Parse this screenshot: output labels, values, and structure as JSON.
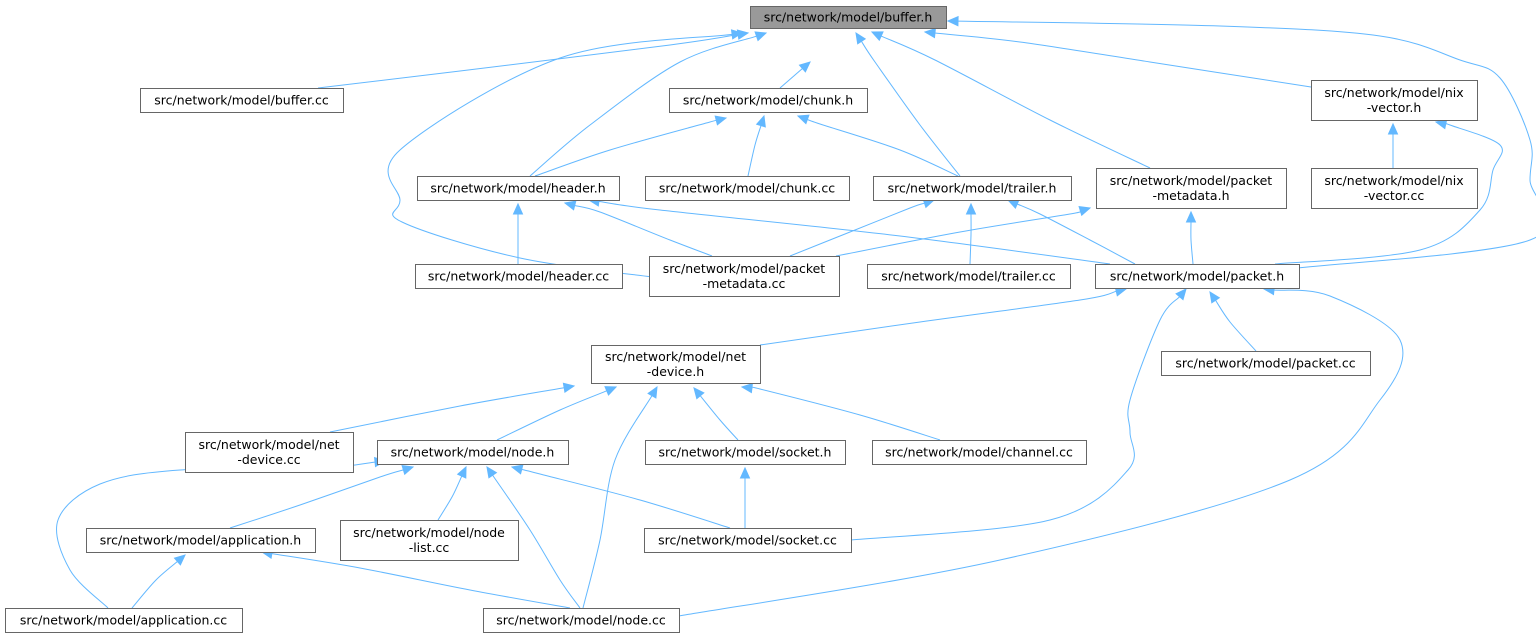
{
  "diagram": {
    "type": "include-dependency-graph",
    "colors": {
      "root_fill": "#999999",
      "node_fill": "#ffffff",
      "node_border": "#666666",
      "edge": "#63b8ff"
    },
    "nodes": [
      {
        "id": "buffer_h",
        "lines": [
          "src/network/model/buffer.h"
        ],
        "root": true
      },
      {
        "id": "buffer_cc",
        "lines": [
          "src/network/model/buffer.cc"
        ]
      },
      {
        "id": "chunk_h",
        "lines": [
          "src/network/model/chunk.h"
        ]
      },
      {
        "id": "nix_vector_h",
        "lines": [
          "src/network/model/nix",
          "-vector.h"
        ]
      },
      {
        "id": "header_h",
        "lines": [
          "src/network/model/header.h"
        ]
      },
      {
        "id": "chunk_cc",
        "lines": [
          "src/network/model/chunk.cc"
        ]
      },
      {
        "id": "trailer_h",
        "lines": [
          "src/network/model/trailer.h"
        ]
      },
      {
        "id": "packet_metadata_h",
        "lines": [
          "src/network/model/packet",
          "-metadata.h"
        ]
      },
      {
        "id": "nix_vector_cc",
        "lines": [
          "src/network/model/nix",
          "-vector.cc"
        ]
      },
      {
        "id": "header_cc",
        "lines": [
          "src/network/model/header.cc"
        ]
      },
      {
        "id": "packet_metadata_cc",
        "lines": [
          "src/network/model/packet",
          "-metadata.cc"
        ]
      },
      {
        "id": "trailer_cc",
        "lines": [
          "src/network/model/trailer.cc"
        ]
      },
      {
        "id": "packet_h",
        "lines": [
          "src/network/model/packet.h"
        ]
      },
      {
        "id": "net_device_h",
        "lines": [
          "src/network/model/net",
          "-device.h"
        ]
      },
      {
        "id": "packet_cc",
        "lines": [
          "src/network/model/packet.cc"
        ]
      },
      {
        "id": "net_device_cc",
        "lines": [
          "src/network/model/net",
          "-device.cc"
        ]
      },
      {
        "id": "node_h",
        "lines": [
          "src/network/model/node.h"
        ]
      },
      {
        "id": "socket_h",
        "lines": [
          "src/network/model/socket.h"
        ]
      },
      {
        "id": "channel_cc",
        "lines": [
          "src/network/model/channel.cc"
        ]
      },
      {
        "id": "application_h",
        "lines": [
          "src/network/model/application.h"
        ]
      },
      {
        "id": "node_list_cc",
        "lines": [
          "src/network/model/node",
          "-list.cc"
        ]
      },
      {
        "id": "socket_cc",
        "lines": [
          "src/network/model/socket.cc"
        ]
      },
      {
        "id": "application_cc",
        "lines": [
          "src/network/model/application.cc"
        ]
      },
      {
        "id": "node_cc",
        "lines": [
          "src/network/model/node.cc"
        ]
      }
    ],
    "edges": [
      {
        "from": "buffer_cc",
        "to": "buffer_h"
      },
      {
        "from": "chunk_h",
        "to": "buffer_h"
      },
      {
        "from": "header_h",
        "to": "buffer_h"
      },
      {
        "from": "trailer_h",
        "to": "buffer_h"
      },
      {
        "from": "packet_metadata_h",
        "to": "buffer_h"
      },
      {
        "from": "packet_metadata_cc",
        "to": "buffer_h"
      },
      {
        "from": "nix_vector_h",
        "to": "buffer_h"
      },
      {
        "from": "packet_h",
        "to": "buffer_h"
      },
      {
        "from": "header_h",
        "to": "chunk_h"
      },
      {
        "from": "chunk_cc",
        "to": "chunk_h"
      },
      {
        "from": "trailer_h",
        "to": "chunk_h"
      },
      {
        "from": "nix_vector_cc",
        "to": "nix_vector_h"
      },
      {
        "from": "packet_h",
        "to": "nix_vector_h"
      },
      {
        "from": "header_cc",
        "to": "header_h"
      },
      {
        "from": "packet_metadata_cc",
        "to": "header_h"
      },
      {
        "from": "packet_h",
        "to": "header_h"
      },
      {
        "from": "packet_metadata_cc",
        "to": "trailer_h"
      },
      {
        "from": "trailer_cc",
        "to": "trailer_h"
      },
      {
        "from": "packet_h",
        "to": "trailer_h"
      },
      {
        "from": "packet_metadata_cc",
        "to": "packet_metadata_h"
      },
      {
        "from": "packet_h",
        "to": "packet_metadata_h"
      },
      {
        "from": "net_device_h",
        "to": "packet_h"
      },
      {
        "from": "packet_cc",
        "to": "packet_h"
      },
      {
        "from": "socket_cc",
        "to": "packet_h"
      },
      {
        "from": "node_cc",
        "to": "packet_h"
      },
      {
        "from": "net_device_cc",
        "to": "net_device_h"
      },
      {
        "from": "node_h",
        "to": "net_device_h"
      },
      {
        "from": "socket_h",
        "to": "net_device_h"
      },
      {
        "from": "channel_cc",
        "to": "net_device_h"
      },
      {
        "from": "node_cc",
        "to": "net_device_h"
      },
      {
        "from": "application_h",
        "to": "node_h"
      },
      {
        "from": "node_list_cc",
        "to": "node_h"
      },
      {
        "from": "socket_cc",
        "to": "node_h"
      },
      {
        "from": "node_cc",
        "to": "node_h"
      },
      {
        "from": "application_cc",
        "to": "node_h"
      },
      {
        "from": "socket_cc",
        "to": "socket_h"
      },
      {
        "from": "application_cc",
        "to": "application_h"
      },
      {
        "from": "node_cc",
        "to": "application_h"
      }
    ]
  }
}
